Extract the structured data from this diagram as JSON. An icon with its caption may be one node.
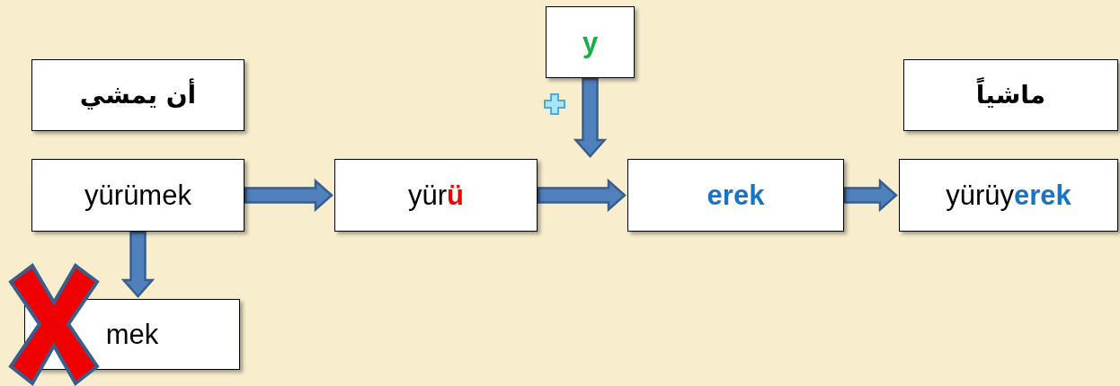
{
  "diagram": {
    "nodes": [
      {
        "text": [
          "أن يمشي"
        ]
      },
      {
        "text": [
          "yürümek"
        ]
      },
      {
        "text": [
          "mek"
        ]
      },
      {
        "text": [
          "yür**ü**"
        ]
      },
      {
        "text": [
          "y"
        ]
      },
      {
        "text": [
          "erek"
        ]
      },
      {
        "text": [
          "ماشياً"
        ]
      },
      {
        "text": [
          "yürüy**erek**"
        ]
      }
    ],
    "edges": [
      {
        "from": 1,
        "to": 2,
        "arrow": "to"
      },
      {
        "from": 1,
        "to": 3,
        "arrow": "to"
      },
      {
        "from": 4,
        "to": 5,
        "arrow": "to"
      },
      {
        "from": 3,
        "to": 5,
        "arrow": "to"
      },
      {
        "from": 5,
        "to": 7,
        "arrow": "to"
      }
    ]
  }
}
